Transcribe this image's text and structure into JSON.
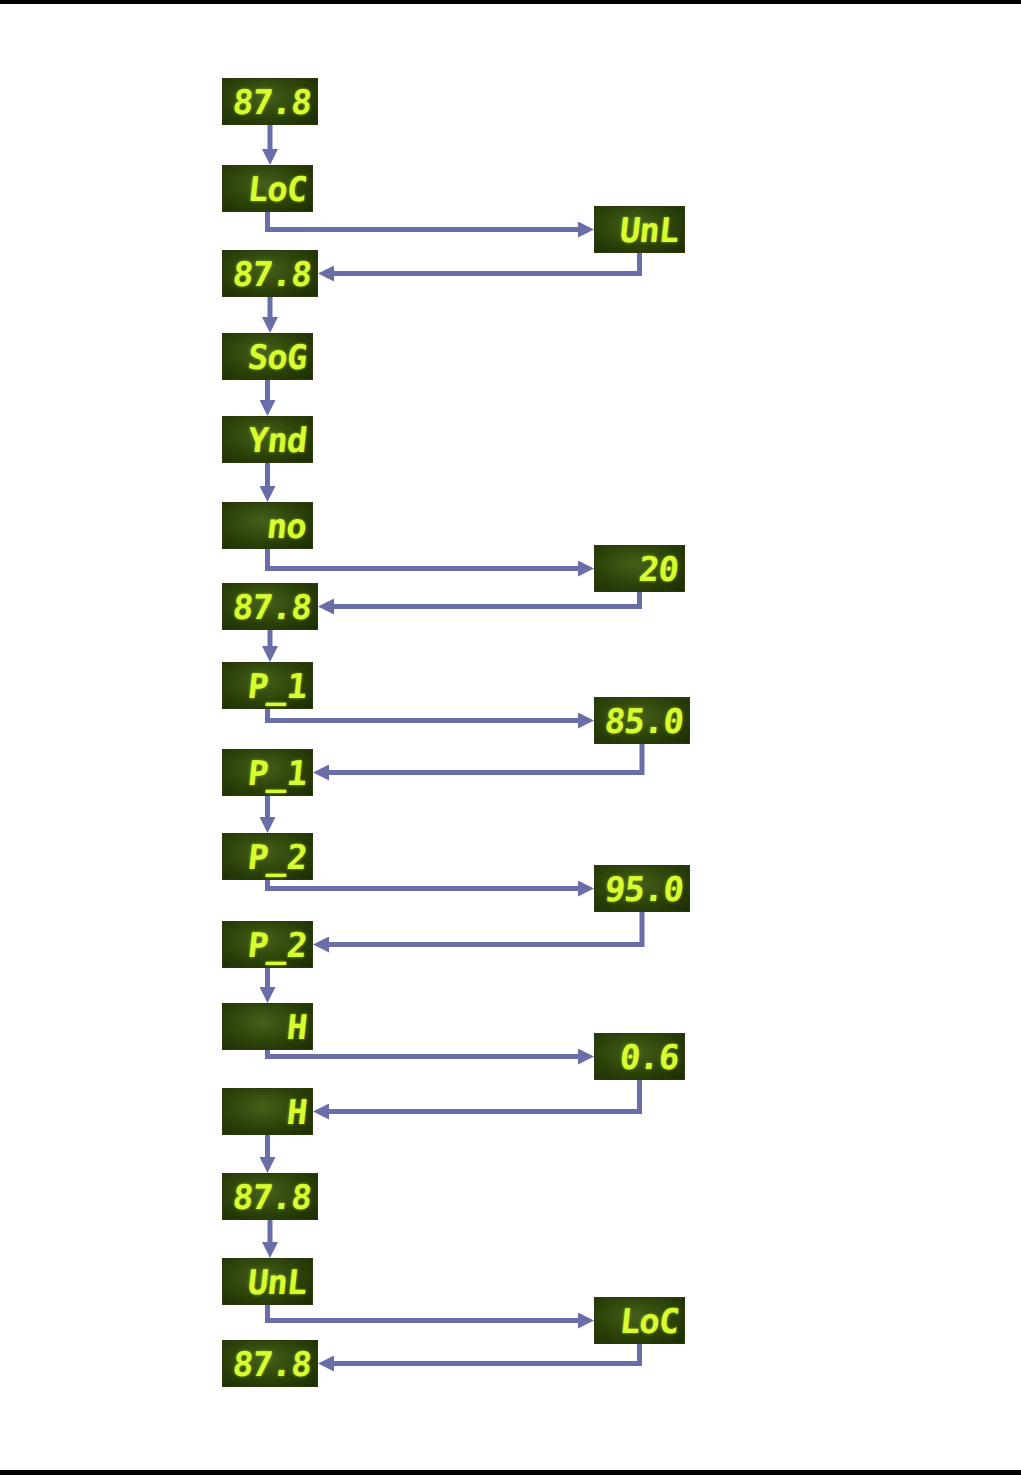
{
  "diagram": {
    "nodes": [
      {
        "text": [
          "87.8"
        ]
      },
      {
        "text": [
          "LoC"
        ]
      },
      {
        "text": [
          "UnL"
        ]
      },
      {
        "text": [
          "87.8"
        ]
      },
      {
        "text": [
          "SoG"
        ]
      },
      {
        "text": [
          "Ynd"
        ]
      },
      {
        "text": [
          "no"
        ]
      },
      {
        "text": [
          "20"
        ]
      },
      {
        "text": [
          "87.8"
        ]
      },
      {
        "text": [
          "P_1"
        ]
      },
      {
        "text": [
          "85.0"
        ]
      },
      {
        "text": [
          "P_1"
        ]
      },
      {
        "text": [
          "P_2"
        ]
      },
      {
        "text": [
          "95.0"
        ]
      },
      {
        "text": [
          "P_2"
        ]
      },
      {
        "text": [
          "H"
        ]
      },
      {
        "text": [
          "0.6"
        ]
      },
      {
        "text": [
          "H"
        ]
      },
      {
        "text": [
          "87.8"
        ]
      },
      {
        "text": [
          "UnL"
        ]
      },
      {
        "text": [
          "LoC"
        ]
      },
      {
        "text": [
          "87.8"
        ]
      }
    ],
    "edges": [
      {
        "from": 0,
        "to": 1,
        "arrow": "to"
      },
      {
        "from": 1,
        "to": 2,
        "arrow": "to"
      },
      {
        "from": 2,
        "to": 3,
        "arrow": "to"
      },
      {
        "from": 3,
        "to": 4,
        "arrow": "to"
      },
      {
        "from": 4,
        "to": 5,
        "arrow": "to"
      },
      {
        "from": 5,
        "to": 6,
        "arrow": "to"
      },
      {
        "from": 6,
        "to": 7,
        "arrow": "to"
      },
      {
        "from": 7,
        "to": 8,
        "arrow": "to"
      },
      {
        "from": 8,
        "to": 9,
        "arrow": "to"
      },
      {
        "from": 9,
        "to": 10,
        "arrow": "to"
      },
      {
        "from": 10,
        "to": 11,
        "arrow": "to"
      },
      {
        "from": 11,
        "to": 12,
        "arrow": "to"
      },
      {
        "from": 12,
        "to": 13,
        "arrow": "to"
      },
      {
        "from": 13,
        "to": 14,
        "arrow": "to"
      },
      {
        "from": 14,
        "to": 15,
        "arrow": "to"
      },
      {
        "from": 15,
        "to": 16,
        "arrow": "to"
      },
      {
        "from": 16,
        "to": 17,
        "arrow": "to"
      },
      {
        "from": 17,
        "to": 18,
        "arrow": "to"
      },
      {
        "from": 18,
        "to": 19,
        "arrow": "to"
      },
      {
        "from": 19,
        "to": 20,
        "arrow": "to"
      },
      {
        "from": 20,
        "to": 21,
        "arrow": "to"
      }
    ]
  }
}
